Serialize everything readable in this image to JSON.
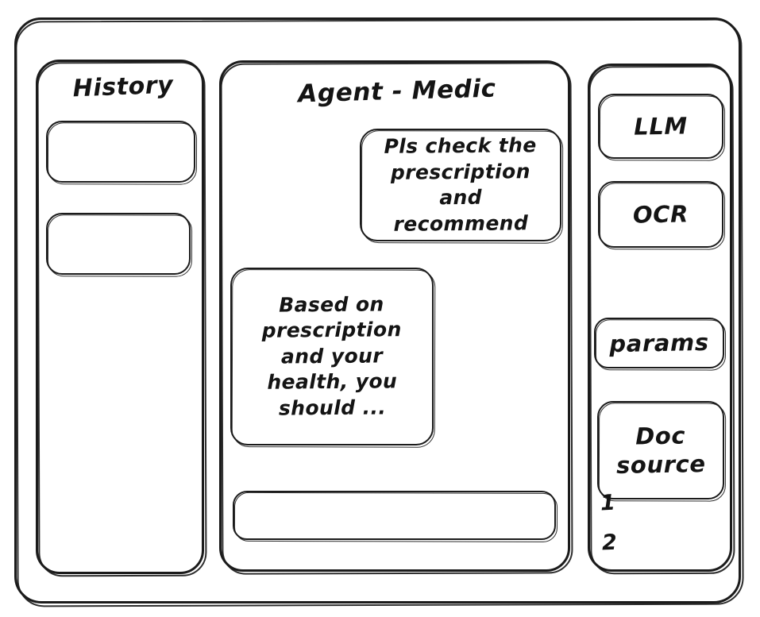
{
  "window": {
    "frame_label": "app-window"
  },
  "sidebar_left": {
    "title": "History",
    "items": [
      {
        "label": ""
      },
      {
        "label": ""
      }
    ]
  },
  "main": {
    "title": "Agent - Medic",
    "messages": [
      {
        "role": "user",
        "text": "Pls check the\nprescription\nand recommend"
      },
      {
        "role": "assistant",
        "text": "Based on\nprescription\nand your\nhealth, you\nshould ..."
      }
    ],
    "composer": {
      "value": "",
      "placeholder": ""
    }
  },
  "sidebar_right": {
    "tools": [
      {
        "label": "LLM"
      },
      {
        "label": "OCR"
      },
      {
        "label": "params"
      },
      {
        "label": "Doc\nsource"
      }
    ],
    "doc_list": [
      {
        "label": "1"
      },
      {
        "label": "2"
      }
    ]
  },
  "colors": {
    "ink": "#1b1b1b",
    "paper": "#ffffff"
  }
}
